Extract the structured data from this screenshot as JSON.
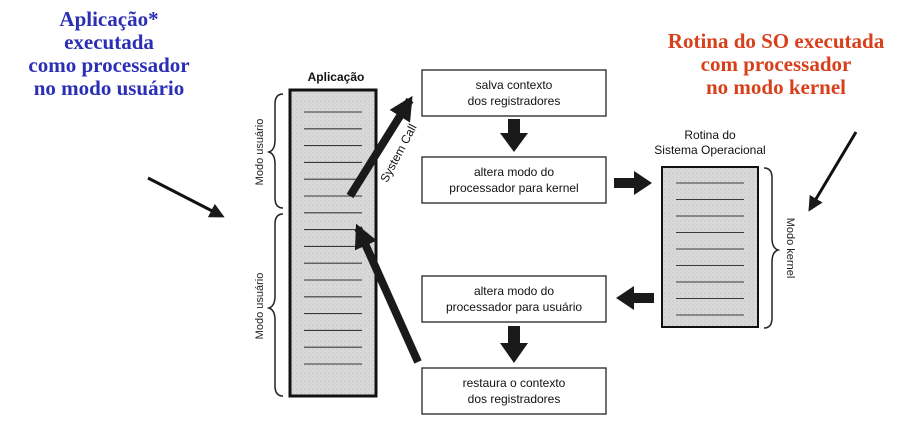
{
  "annotations": {
    "left": {
      "lines": [
        "Aplicação*",
        "executada",
        "como processador",
        "no  modo usuário"
      ],
      "color": "#2a2fb5"
    },
    "right": {
      "lines": [
        "Rotina do SO executada",
        "com processador",
        "no modo kernel"
      ],
      "color": "#d8401c"
    }
  },
  "application": {
    "title": "Aplicação",
    "user_mode_top": "Modo usuário",
    "user_mode_bottom": "Modo usuário"
  },
  "system_call": "System Call",
  "os_routine": {
    "title_lines": [
      "Rotina do",
      "Sistema Operacional"
    ],
    "kernel_mode": "Modo kernel"
  },
  "steps": [
    {
      "lines": [
        "salva contexto",
        "dos registradores"
      ]
    },
    {
      "lines": [
        "altera modo do",
        "processador para kernel"
      ]
    },
    {
      "lines": [
        "altera modo do",
        "processador para usuário"
      ]
    },
    {
      "lines": [
        "restaura o contexto",
        "dos registradores"
      ]
    }
  ]
}
